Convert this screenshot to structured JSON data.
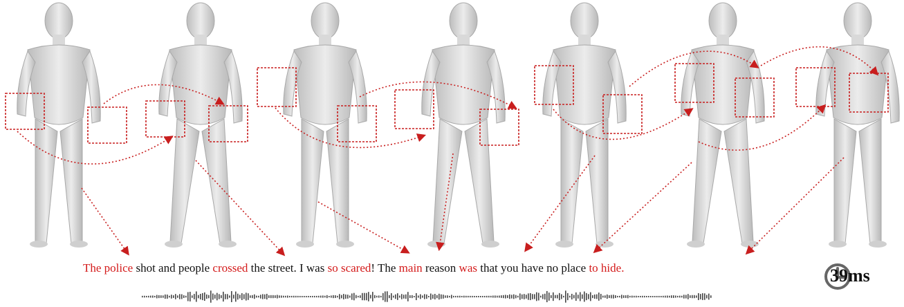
{
  "caption": {
    "segments": [
      {
        "text": "The police",
        "highlight": true
      },
      {
        "text": " shot and people ",
        "highlight": false
      },
      {
        "text": "crossed",
        "highlight": true
      },
      {
        "text": " the street. I was ",
        "highlight": false
      },
      {
        "text": "so scared",
        "highlight": true
      },
      {
        "text": "! The ",
        "highlight": false
      },
      {
        "text": "main",
        "highlight": true
      },
      {
        "text": " reason ",
        "highlight": false
      },
      {
        "text": "was",
        "highlight": true
      },
      {
        "text": " that you have no place ",
        "highlight": false
      },
      {
        "text": "to hide.",
        "highlight": true
      }
    ]
  },
  "timer": {
    "label": "39ms",
    "icon": "clock-icon"
  },
  "colors": {
    "highlight": "#d41a1a",
    "body": "#d7d7d7",
    "waveform": "#444444"
  },
  "figures_count": 7
}
